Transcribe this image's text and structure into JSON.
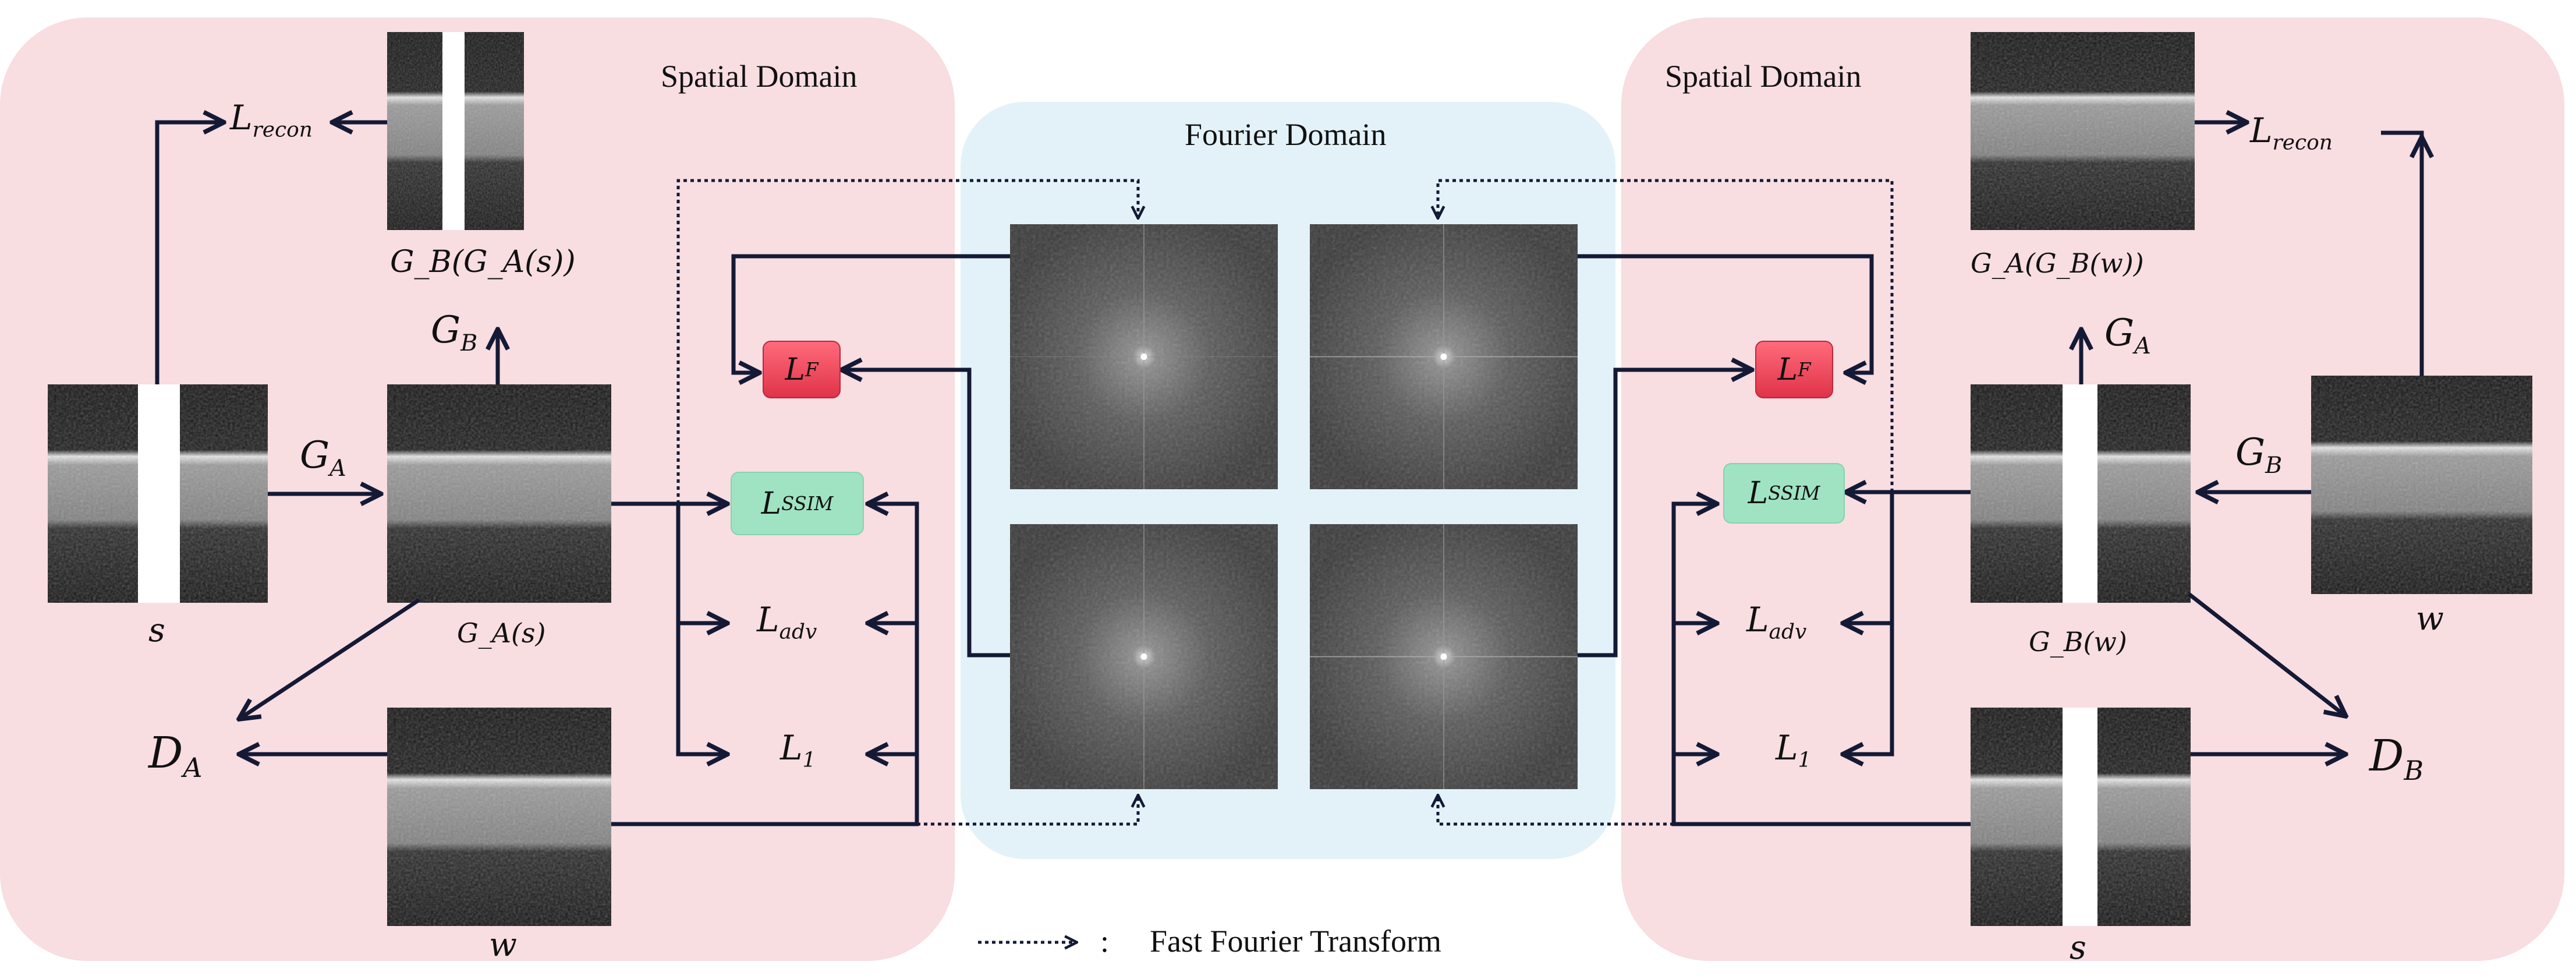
{
  "panels": {
    "left_title": "Spatial Domain",
    "right_title": "Spatial Domain",
    "center_title": "Fourier Domain"
  },
  "legend": {
    "text": "Fast Fourier Transform",
    "separator": ":"
  },
  "labels": {
    "l_recon_base": "L",
    "l_recon_sub": "recon",
    "gb_of_ga_s": "G_B(G_A(s))",
    "ga_of_gb_w": "G_A(G_B(w))",
    "g_base": "G",
    "a_sub": "A",
    "b_sub": "B",
    "ga_s": "G_A(s)",
    "gb_w": "G_B(w)",
    "s": "s",
    "w": "w",
    "d_base": "D",
    "l_base": "L",
    "adv_sub": "adv",
    "one_sub": "1",
    "f_sub": "F",
    "ssim_sub": "SSIM"
  },
  "colors": {
    "spatial_panel": "#f8dde1",
    "fourier_panel": "#e3f2f9",
    "arrow": "#141a35",
    "l_f_box": "#e8404f",
    "l_ssim_box": "#9fe3c3"
  }
}
